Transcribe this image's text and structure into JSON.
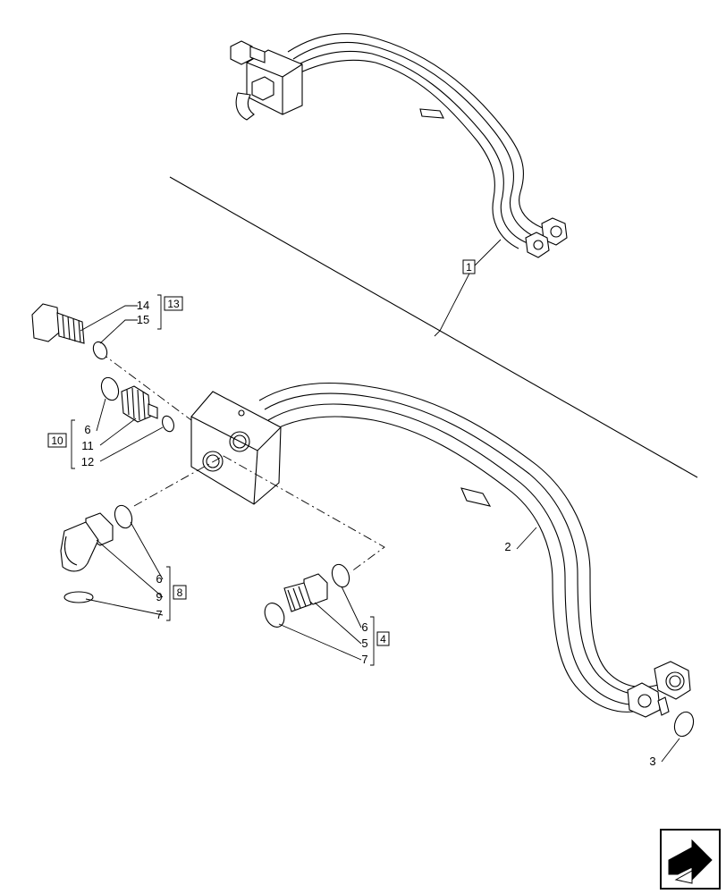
{
  "callouts": {
    "c1": "1",
    "c2": "2",
    "c3": "3",
    "c4": "4",
    "c5": "5",
    "c6a": "6",
    "c6b": "6",
    "c6c": "6",
    "c7a": "7",
    "c7b": "7",
    "c8": "8",
    "c9": "9",
    "c10": "10",
    "c11": "11",
    "c12": "12",
    "c13": "13",
    "c14": "14",
    "c15": "15"
  },
  "icons": {
    "nav": "next-page-arrow-icon"
  }
}
